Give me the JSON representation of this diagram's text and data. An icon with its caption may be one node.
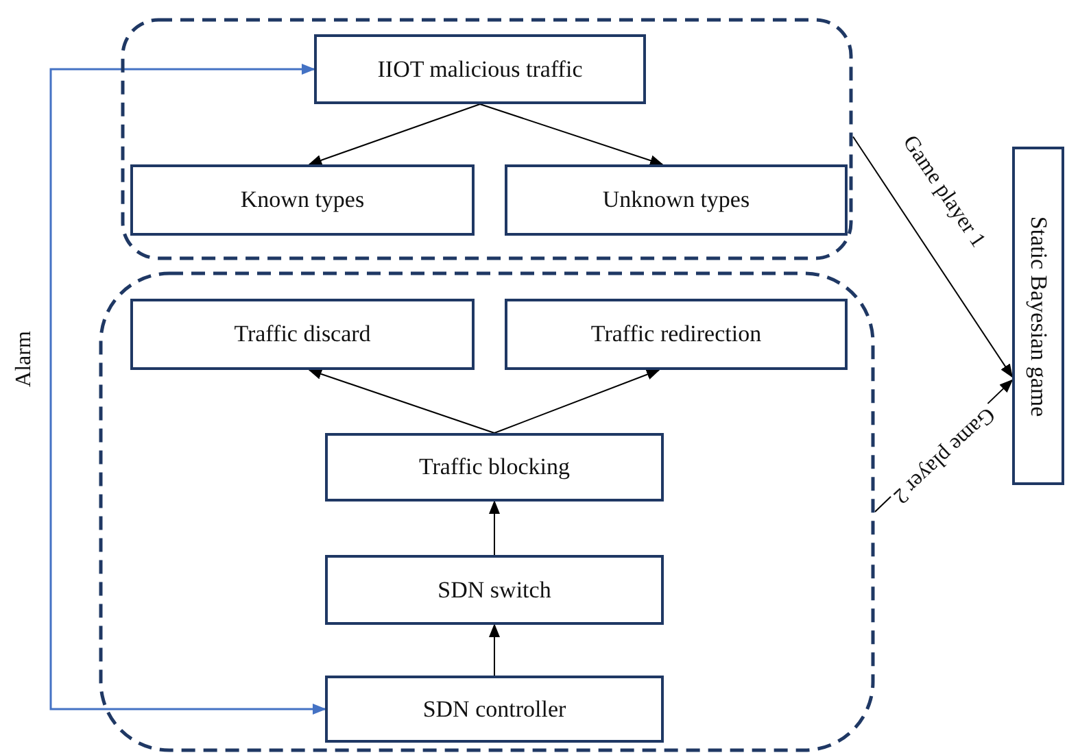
{
  "diagram": {
    "nodes": [
      {
        "text": [],
        "shape": "box"
      },
      {
        "text": [
          "IIOT malicious traffic"
        ],
        "in": 0
      },
      {
        "text": [
          "Known types"
        ],
        "in": 0
      },
      {
        "text": [
          "Unknown types"
        ],
        "in": 0
      },
      {
        "text": [],
        "shape": "box"
      },
      {
        "text": [
          "Traffic discard"
        ],
        "in": 4
      },
      {
        "text": [
          "Traffic redirection"
        ],
        "in": 4
      },
      {
        "text": [
          "Traffic blocking"
        ],
        "in": 4
      },
      {
        "text": [
          "SDN switch"
        ],
        "in": 4
      },
      {
        "text": [
          "SDN controller"
        ],
        "in": 4
      },
      {
        "text": [
          "Static Bayesian game"
        ]
      }
    ],
    "edges": [
      {
        "from": 1,
        "to": 2,
        "arrow": "to"
      },
      {
        "from": 1,
        "to": 3,
        "arrow": "to"
      },
      {
        "from": 7,
        "to": 5,
        "arrow": "to"
      },
      {
        "from": 7,
        "to": 6,
        "arrow": "to"
      },
      {
        "from": 8,
        "to": 7,
        "arrow": "to"
      },
      {
        "from": 9,
        "to": 8,
        "arrow": "to"
      },
      {
        "from": 0,
        "to": 10,
        "arrow": "to",
        "label": "Game player 1"
      },
      {
        "from": 4,
        "to": 10,
        "arrow": "to",
        "label": "Game player 2"
      },
      {
        "from": 9,
        "to": 1,
        "arrow": "both",
        "label": "Alarm",
        "color": "#4472c4"
      }
    ]
  }
}
